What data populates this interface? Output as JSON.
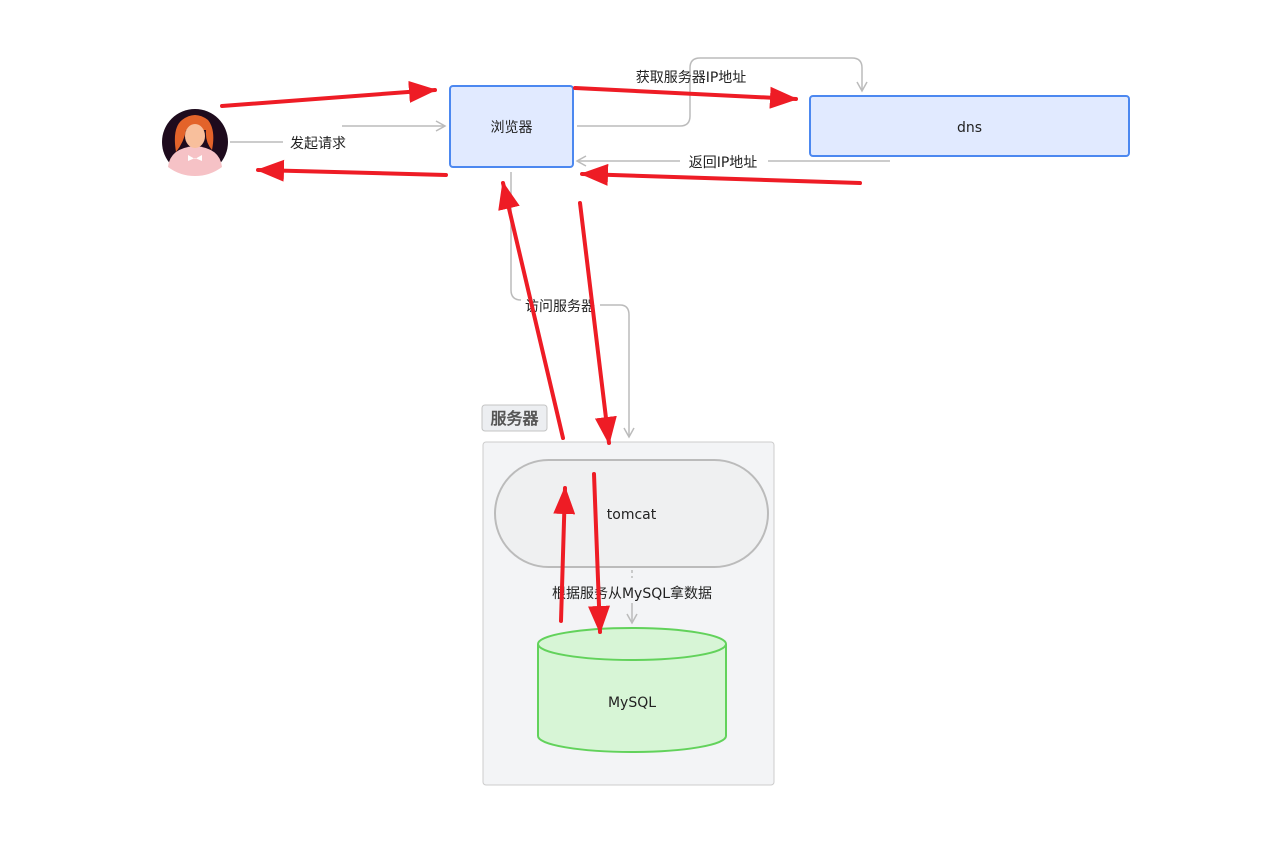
{
  "nodes": {
    "browser": "浏览器",
    "dns": "dns",
    "tomcat": "tomcat",
    "mysql": "MySQL"
  },
  "group": {
    "label": "服务器"
  },
  "edges": {
    "request": "发起请求",
    "get_ip": "获取服务器IP地址",
    "return_ip": "返回IP地址",
    "visit_server": "访问服务器",
    "fetch_data": "根据服务从MySQL拿数据"
  },
  "colors": {
    "browser_fill": "#e1eaff",
    "browser_stroke": "#4c88f0",
    "group_fill": "#f3f4f6",
    "group_stroke": "#cccccc",
    "tomcat_fill": "#eff0f1",
    "mysql_fill": "#d7f5d6",
    "mysql_stroke": "#62d25b",
    "connector": "#bbbbbb",
    "annotation_arrow": "#ee1c25"
  },
  "icons": {
    "user": "user-avatar-icon"
  }
}
